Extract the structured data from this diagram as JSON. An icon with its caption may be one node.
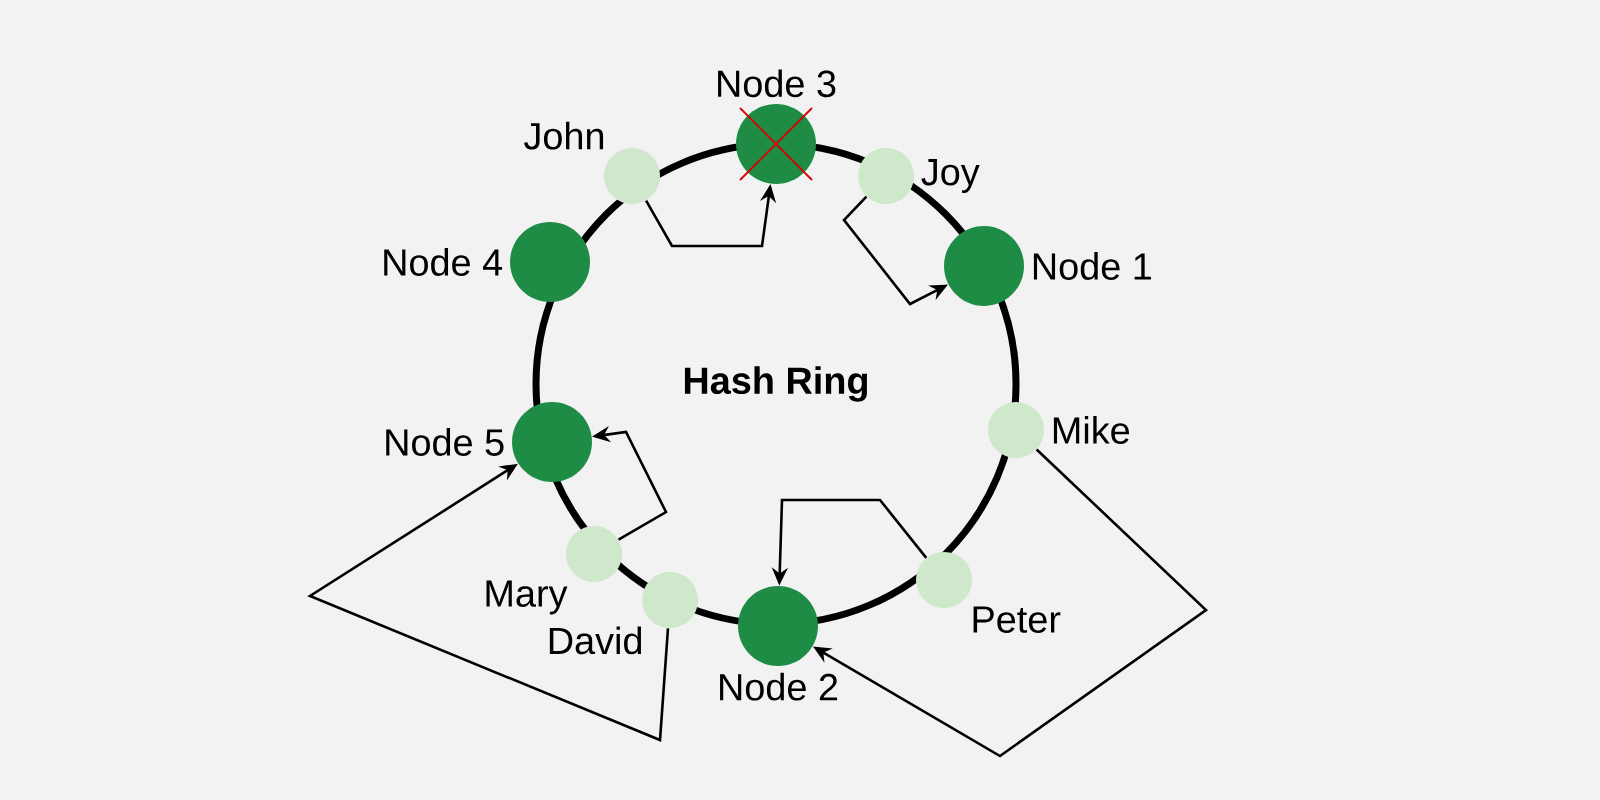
{
  "diagram": {
    "nodes": [
      {
        "text": [
          "Node 3"
        ]
      },
      {
        "text": [
          "John"
        ]
      },
      {
        "text": [
          "Joy"
        ]
      },
      {
        "text": [
          "Node 4"
        ]
      },
      {
        "text": [
          "Node 1"
        ]
      },
      {
        "text": [
          "Node 5"
        ]
      },
      {
        "text": [
          "Mike"
        ]
      },
      {
        "text": [
          "Mary"
        ]
      },
      {
        "text": [
          "Peter"
        ]
      },
      {
        "text": [
          "David"
        ]
      },
      {
        "text": [
          "Node 2"
        ]
      }
    ],
    "edges": [
      {
        "from": 1,
        "to": 0,
        "arrow": "to"
      },
      {
        "from": 2,
        "to": 4,
        "arrow": "to"
      },
      {
        "from": 6,
        "to": 10,
        "arrow": "to"
      },
      {
        "from": 8,
        "to": 10,
        "arrow": "to"
      },
      {
        "from": 7,
        "to": 5,
        "arrow": "to"
      },
      {
        "from": 9,
        "to": 5,
        "arrow": "to"
      }
    ],
    "labels": [
      "Hash Ring"
    ]
  }
}
